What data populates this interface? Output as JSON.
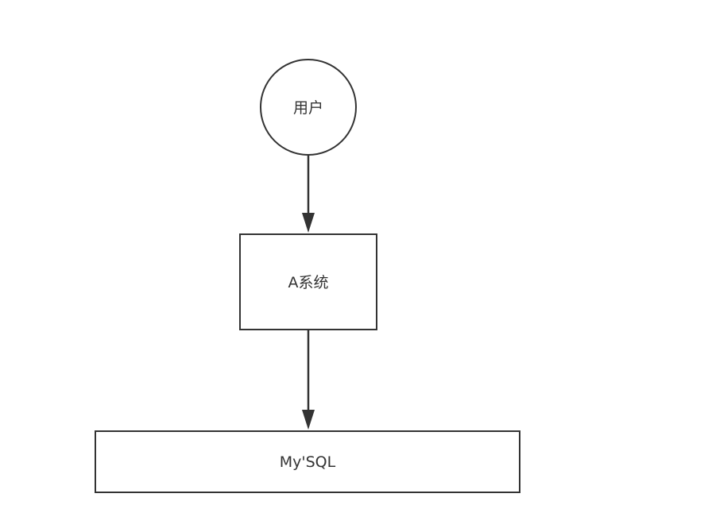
{
  "nodes": {
    "user": {
      "label": "用户"
    },
    "system_a": {
      "label": "A系统"
    },
    "mysql": {
      "label": "My'SQL"
    }
  },
  "colors": {
    "stroke": "#333333",
    "fill": "#ffffff",
    "text": "#333333"
  }
}
